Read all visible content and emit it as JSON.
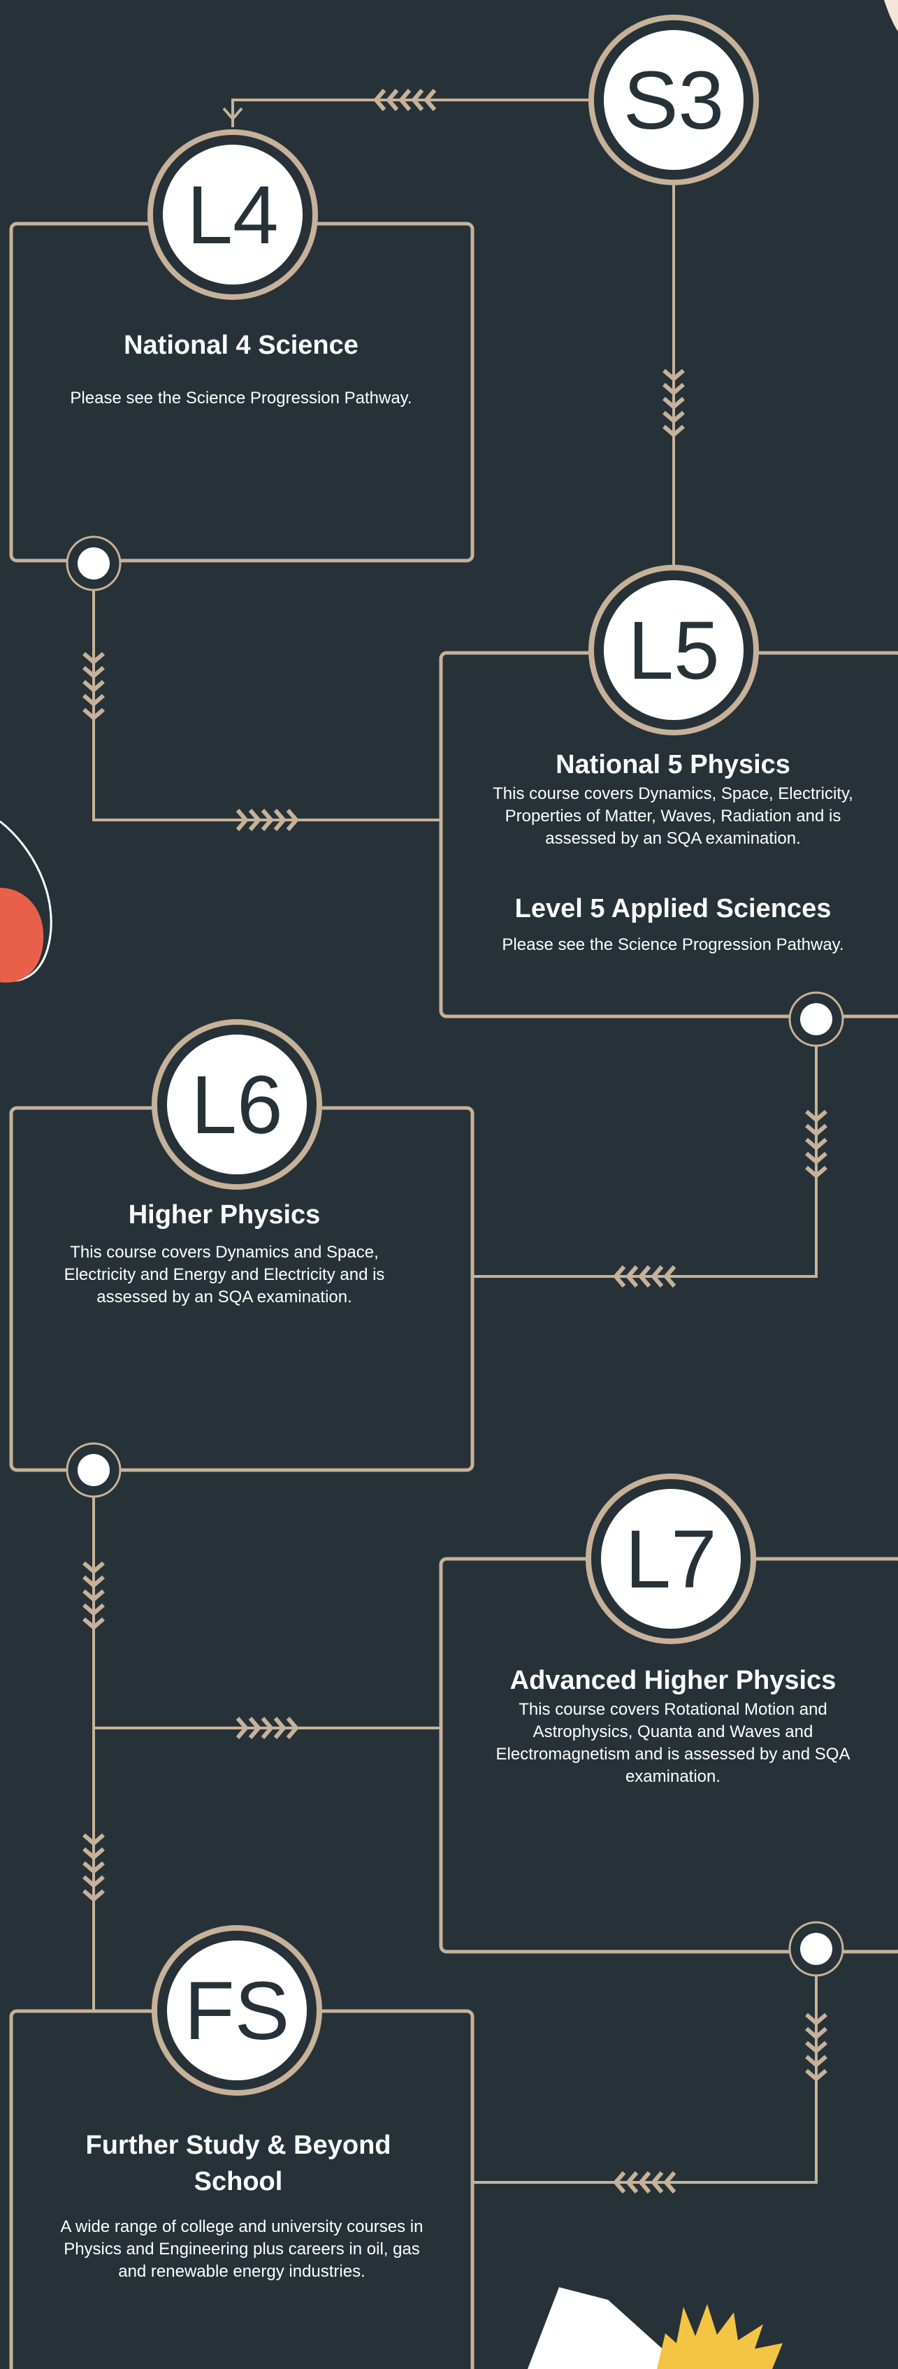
{
  "colors": {
    "background": "#263238",
    "line": "#c7b299",
    "badge_fill": "#ffffff",
    "text": "#ffffff",
    "accent_orange": "#e9604a",
    "accent_yellow": "#f4c542"
  },
  "stages": [
    {
      "badge": "S3"
    },
    {
      "badge": "L4",
      "title": "National 4 Science",
      "description": "Please see the Science Progression Pathway."
    },
    {
      "badge": "L5",
      "title": "National 5 Physics",
      "description": "This course covers Dynamics, Space, Electricity, Properties of Matter, Waves, Radiation and is assessed by an SQA examination.",
      "title2": "Level 5 Applied Sciences",
      "description2": "Please see the Science Progression Pathway."
    },
    {
      "badge": "L6",
      "title": "Higher Physics",
      "description": "This course covers Dynamics and Space, Electricity and Energy and Electricity and is assessed by an SQA examination."
    },
    {
      "badge": "L7",
      "title": "Advanced Higher Physics",
      "description": "This course covers Rotational Motion and Astrophysics, Quanta and Waves and Electromagnetism and is assessed by and SQA  examination."
    },
    {
      "badge": "FS",
      "title": "Further Study & Beyond School",
      "description": "A wide range of college and university courses in Physics and Engineering plus careers in oil, gas and renewable energy industries."
    }
  ]
}
